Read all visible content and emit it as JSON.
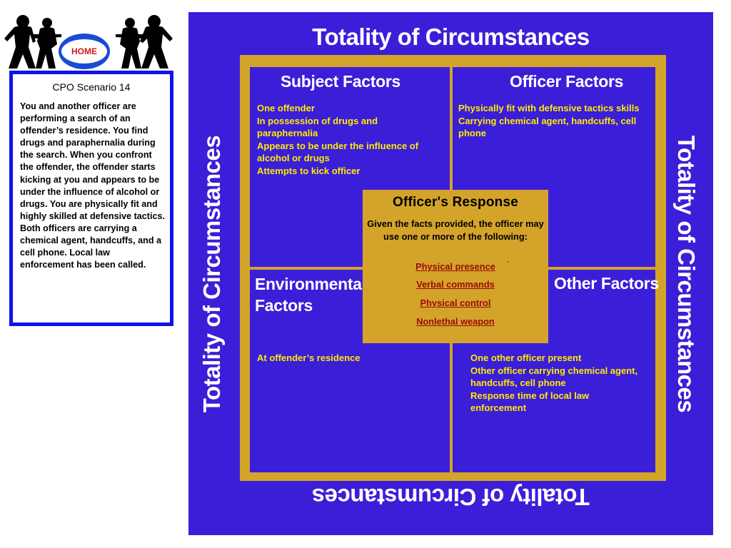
{
  "home_button": {
    "label": "HOME"
  },
  "scenario": {
    "title": "CPO Scenario 14",
    "body": "You and another officer are performing a search of an offender’s residence. You find drugs and paraphernalia during the search. When you confront the offender, the offender starts kicking at you and appears to be under the influence of alcohol or drugs. You are physically fit and highly skilled at defensive tactics. Both officers are carrying a chemical agent, handcuffs, and a cell phone. Local law enforcement has been called."
  },
  "diagram": {
    "outer_title": "Totality of Circumstances",
    "quadrants": {
      "subject": {
        "title": "Subject Factors",
        "items": [
          "One offender",
          "In possession of drugs and paraphernalia",
          "Appears to be under the influence of alcohol or drugs",
          "Attempts to kick officer"
        ]
      },
      "officer": {
        "title": "Officer Factors",
        "items": [
          "Physically fit with defensive tactics skills",
          "Carrying chemical agent, handcuffs, cell phone"
        ]
      },
      "environmental": {
        "title_line1": "Environmental",
        "title_line2": "Factors",
        "items": [
          "At offender’s residence"
        ]
      },
      "other": {
        "title": "Other Factors",
        "items": [
          "One other officer present",
          "Other officer carrying chemical agent, handcuffs, cell phone",
          "Response time of local law enforcement"
        ]
      }
    },
    "response": {
      "title": "Officer's Response",
      "intro": "Given the facts provided, the officer may use one or more of the following:",
      "options": [
        "Physical presence",
        "Verbal commands",
        "Physical control",
        "Nonlethal weapon"
      ],
      "marker": "-"
    }
  },
  "colors": {
    "diagram_blue": "#3b1ed8",
    "frame_gold": "#d4a42a",
    "factor_text": "#ffeb00",
    "link_red": "#9a0b0b",
    "scenario_border": "#0f14e6"
  }
}
